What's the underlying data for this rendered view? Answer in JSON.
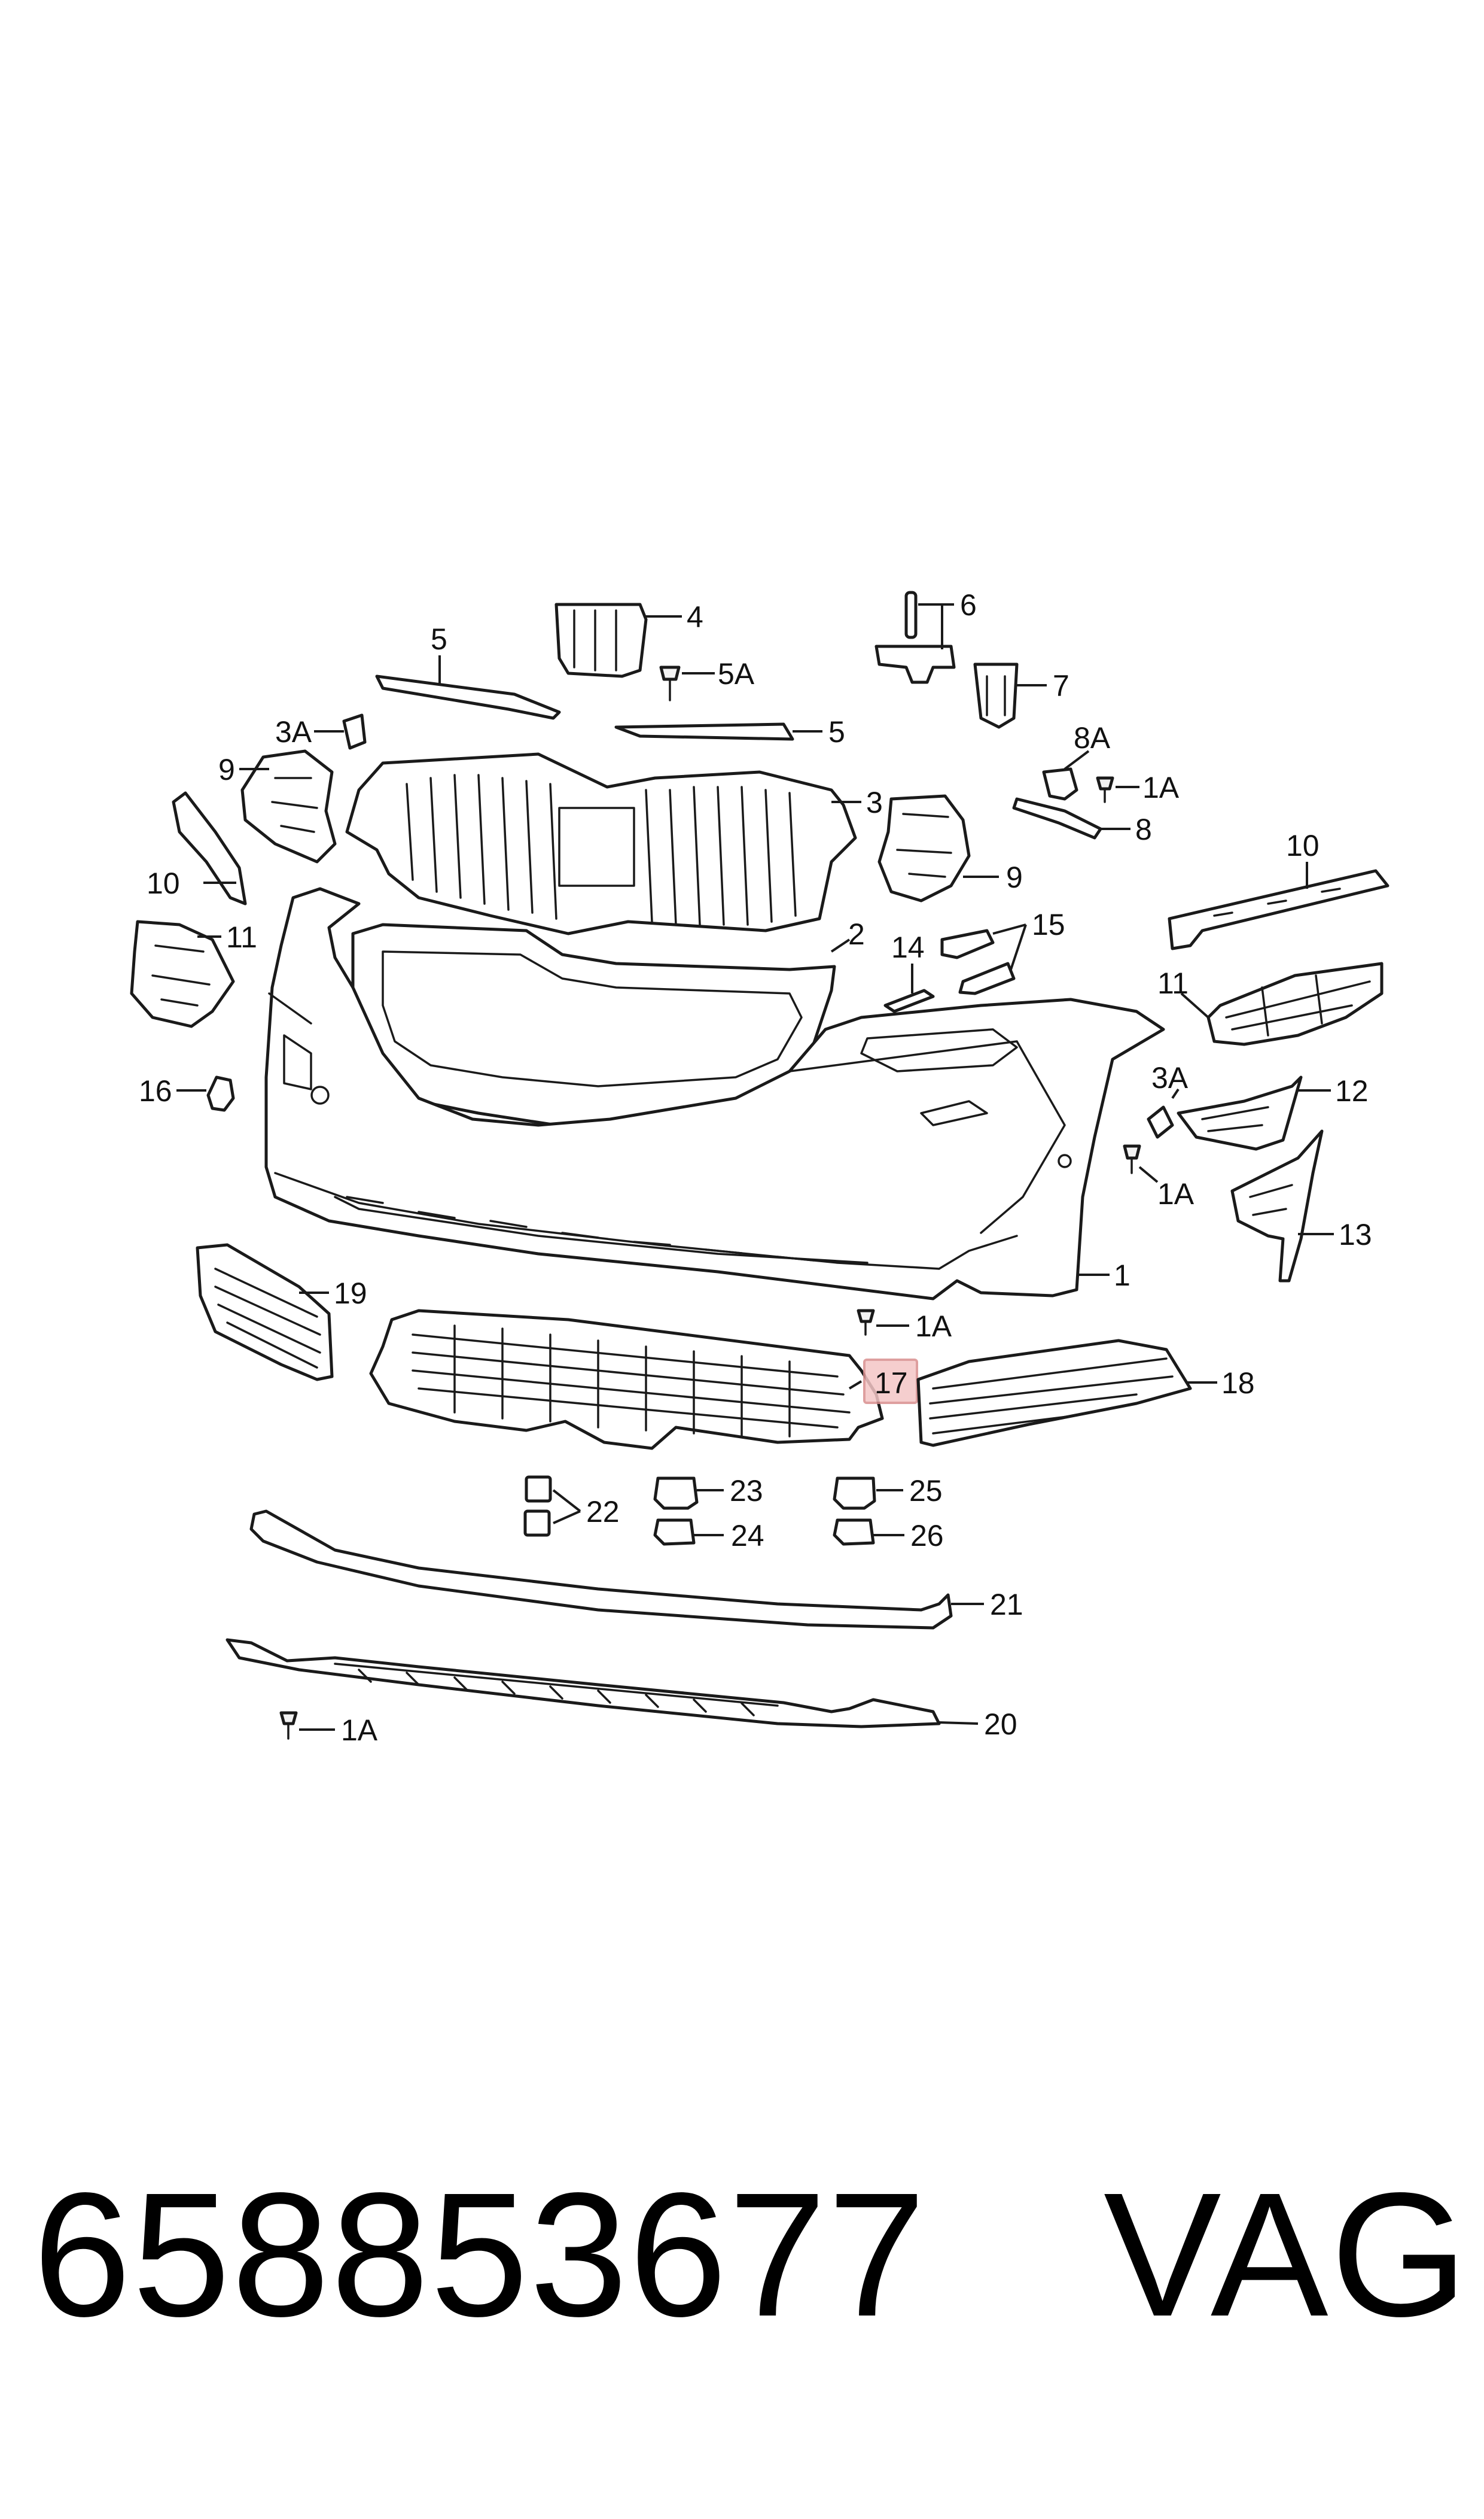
{
  "callouts": {
    "c1": "1",
    "c2": "2",
    "c3": "3",
    "c3A_left": "3A",
    "c3A_right": "3A",
    "c4": "4",
    "c5_left": "5",
    "c5_right": "5",
    "c5A": "5A",
    "c6": "6",
    "c7": "7",
    "c8": "8",
    "c8A": "8A",
    "c9_left": "9",
    "c9_right": "9",
    "c10_left": "10",
    "c10_right": "10",
    "c11_left": "11",
    "c11_right": "11",
    "c12": "12",
    "c13": "13",
    "c14": "14",
    "c15": "15",
    "c16": "16",
    "c17": "17",
    "c18": "18",
    "c19": "19",
    "c20": "20",
    "c21": "21",
    "c22": "22",
    "c23": "23",
    "c24": "24",
    "c25": "25",
    "c26": "26",
    "c1A_top": "1A",
    "c1A_right": "1A",
    "c1A_mid": "1A",
    "c1A_bottom": "1A"
  },
  "highlighted_callout": "17",
  "footer": {
    "part_number": "658853677",
    "brand": "VAG"
  },
  "colors": {
    "line": "#1a1a1a",
    "highlight": "#f4c6c6"
  }
}
